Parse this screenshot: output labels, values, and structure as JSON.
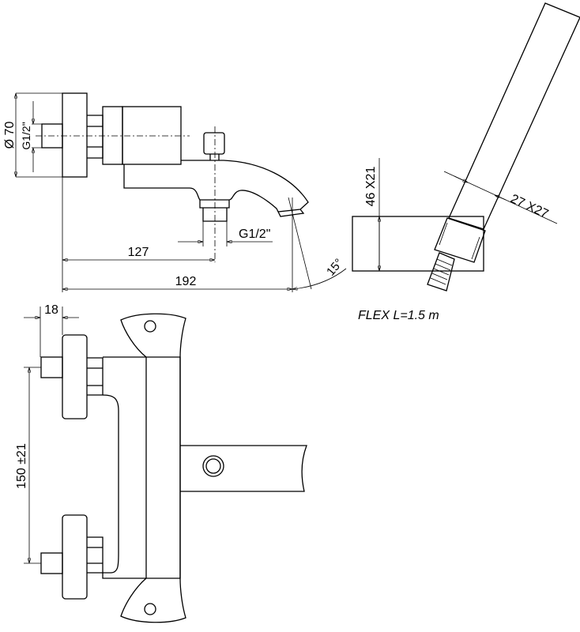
{
  "dimensions": {
    "diameter_flange": "Ø 70",
    "inlet_thread": "G1/2\"",
    "outlet_thread": "G1/2\"",
    "spout_center": "127",
    "spout_length": "192",
    "spout_angle": "15°",
    "hand_shower_head": "46 X21",
    "hand_shower_handle": "27 X27",
    "flange_depth": "18",
    "center_distance": "150 ±21"
  },
  "note": "FLEX  L=1.5  m"
}
